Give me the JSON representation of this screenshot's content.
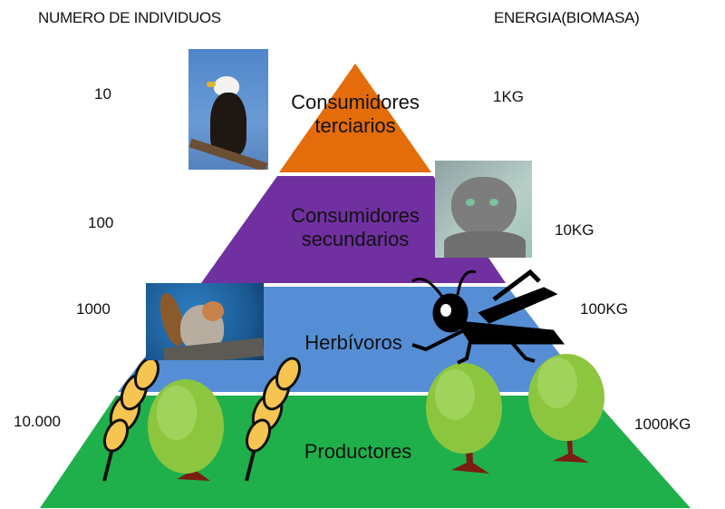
{
  "headers": {
    "left": "NUMERO DE INDIVIDUOS",
    "right": "ENERGIA(BIOMASA)"
  },
  "levels": [
    {
      "name_line1": "Consumidores",
      "name_line2": "terciarios",
      "individuals": "10",
      "biomass": "1KG",
      "color": "#e46c0a",
      "image": "bald-eagle-photo"
    },
    {
      "name_line1": "Consumidores",
      "name_line2": "secundarios",
      "individuals": "100",
      "biomass": "10KG",
      "color": "#7030a0",
      "image": "tabby-cat-photo"
    },
    {
      "name_line1": "Herbívoros",
      "name_line2": "",
      "individuals": "1000",
      "biomass": "100KG",
      "color": "#558ed5",
      "image": "squirrel-photo, grasshopper-clipart"
    },
    {
      "name_line1": "Productores",
      "name_line2": "",
      "individuals": "10.000",
      "biomass": "1000KG",
      "color": "#1fb04b",
      "image": "wheat-and-tree-clipart"
    }
  ]
}
